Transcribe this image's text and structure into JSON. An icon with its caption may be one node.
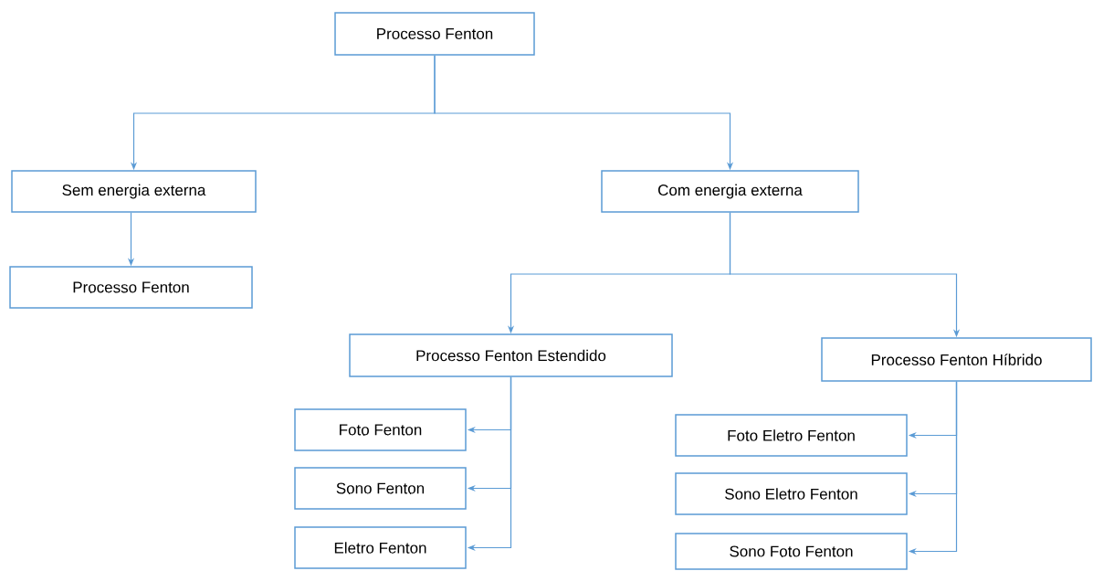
{
  "diagram": {
    "nodes": [
      {
        "text": [
          "Processo Fenton"
        ]
      },
      {
        "text": [
          "Sem energia externa"
        ]
      },
      {
        "text": [
          "Com energia externa"
        ]
      },
      {
        "text": [
          "Processo Fenton"
        ]
      },
      {
        "text": [
          "Processo Fenton Estendido"
        ]
      },
      {
        "text": [
          "Processo Fenton Híbrido"
        ]
      },
      {
        "text": [
          "Foto Fenton"
        ]
      },
      {
        "text": [
          "Sono Fenton"
        ]
      },
      {
        "text": [
          "Eletro Fenton"
        ]
      },
      {
        "text": [
          "Foto Eletro Fenton"
        ]
      },
      {
        "text": [
          "Sono Eletro Fenton"
        ]
      },
      {
        "text": [
          "Sono Foto Fenton"
        ]
      }
    ],
    "edges": [
      {
        "from": 0,
        "to": 1,
        "arrow": "to"
      },
      {
        "from": 0,
        "to": 2,
        "arrow": "to"
      },
      {
        "from": 1,
        "to": 3,
        "arrow": "to"
      },
      {
        "from": 2,
        "to": 4,
        "arrow": "to"
      },
      {
        "from": 2,
        "to": 5,
        "arrow": "to"
      },
      {
        "from": 4,
        "to": 6,
        "arrow": "to"
      },
      {
        "from": 4,
        "to": 7,
        "arrow": "to"
      },
      {
        "from": 4,
        "to": 8,
        "arrow": "to"
      },
      {
        "from": 5,
        "to": 9,
        "arrow": "to"
      },
      {
        "from": 5,
        "to": 10,
        "arrow": "to"
      },
      {
        "from": 5,
        "to": 11,
        "arrow": "to"
      }
    ]
  }
}
